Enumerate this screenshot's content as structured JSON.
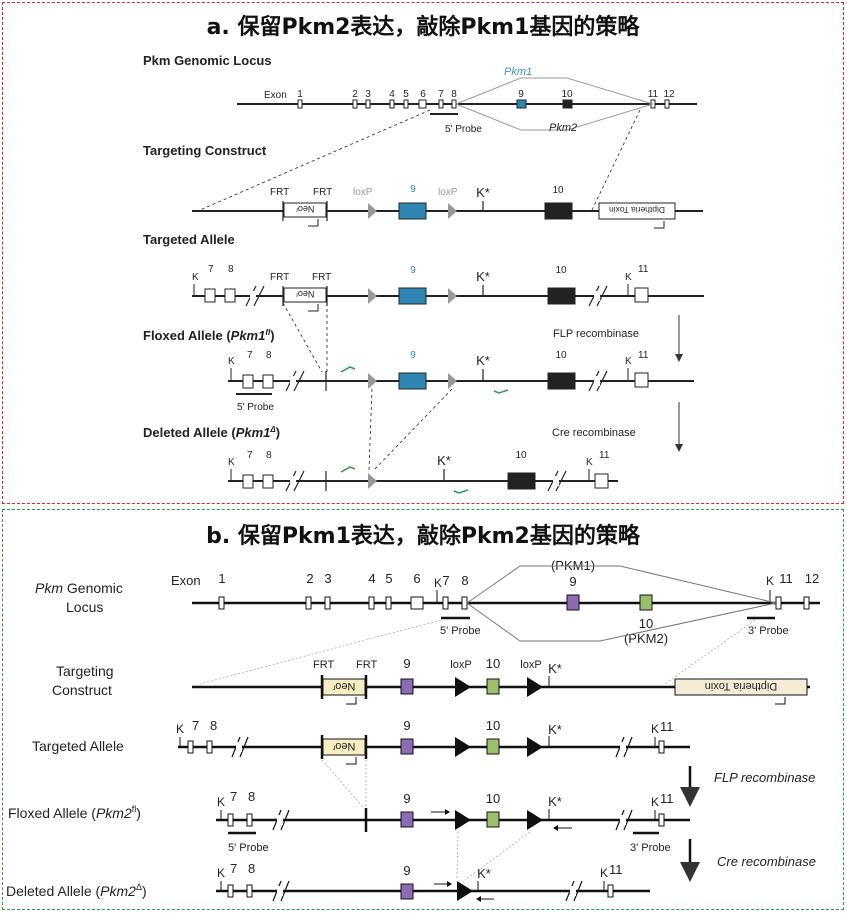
{
  "panel_a": {
    "title": "a. 保留Pkm2表达，敲除Pkm1基因的策略",
    "rows": {
      "genomic": "Pkm Genomic Locus",
      "construct": "Targeting Construct",
      "targeted": "Targeted Allele",
      "floxed_prefix": "Floxed Allele (",
      "floxed_gene": "Pkm1",
      "floxed_sup": "fl",
      "deleted_prefix": "Deleted Allele (",
      "deleted_gene": "Pkm1",
      "deleted_sup": "Δ",
      "close": ")"
    },
    "exon_label": "Exon",
    "exons": [
      "1",
      "2",
      "3",
      "4",
      "5",
      "6",
      "7",
      "8",
      "9",
      "10",
      "11",
      "12"
    ],
    "pkm1": "Pkm1",
    "pkm2": "Pkm2",
    "probe5": "5' Probe",
    "frt": "FRT",
    "loxp": "loxP",
    "k": "K",
    "kstar": "K*",
    "neo": "Neoʳ",
    "toxin": "Diptheria Toxin",
    "flp": "FLP recombinase",
    "cre": "Cre recombinase"
  },
  "panel_b": {
    "title": "b. 保留Pkm1表达，敲除Pkm2基因的策略",
    "rows": {
      "genomic_1": "Pkm",
      "genomic_2": " Genomic",
      "genomic_3": "Locus",
      "construct_1": "Targeting",
      "construct_2": "Construct",
      "targeted": "Targeted Allele",
      "floxed_prefix": "Floxed Allele (",
      "floxed_gene": "Pkm2",
      "floxed_sup": "fl",
      "deleted_prefix": "Deleted Allele (",
      "deleted_gene": "Pkm2",
      "deleted_sup": "Δ",
      "close": ")"
    },
    "exon_label": "Exon",
    "exons": [
      "1",
      "2",
      "3",
      "4",
      "5",
      "6",
      "7",
      "8",
      "9",
      "10",
      "11",
      "12"
    ],
    "pkm1": "(PKM1)",
    "pkm2": "(PKM2)",
    "probe5": "5' Probe",
    "probe3": "3' Probe",
    "frt": "FRT",
    "loxp": "loxP",
    "k": "K",
    "kstar": "K*",
    "neo": "Neoʳ",
    "toxin": "Diptheria Toxin",
    "flp": "FLP recombinase",
    "cre": "Cre recombinase"
  },
  "colors": {
    "panel_a_border": "#d9262c",
    "panel_b_border": "#2e9a4a",
    "exon9_a": "#2f86b5",
    "pkm1_label": "#3a93c7",
    "exon9_b": "#8b6bb3",
    "exon10_b": "#9bbf6a",
    "neo_fill_b": "#f6eec0",
    "toxin_fill_b": "#f4ecd6",
    "primer_green": "#2e9a4a"
  }
}
